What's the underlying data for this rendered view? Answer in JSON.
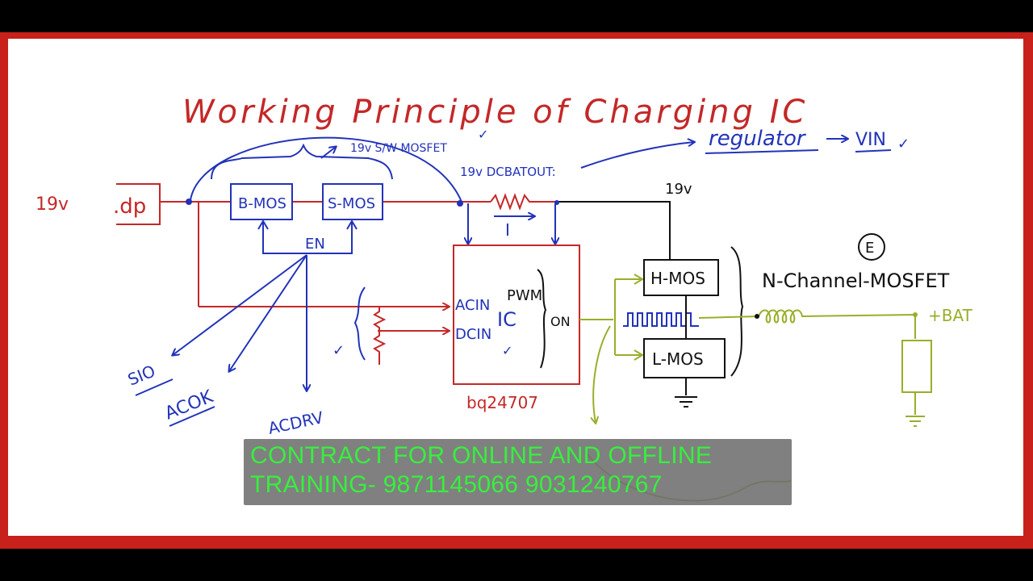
{
  "colors": {
    "outer_bar": "#000000",
    "frame": "#c8201a",
    "board": "#ffffff",
    "ink_red": "#c42828",
    "ink_blue": "#2233b8",
    "ink_black": "#111111",
    "ink_green": "#9aae2a",
    "overlay_text": "#36f03c"
  },
  "title": "Working Principle of Charging IC",
  "labels": {
    "input_voltage": "19v.",
    "adapter": ".dp",
    "bmos": "B-MOS",
    "smos": "S-MOS",
    "sw_mosfet": "19v S/W MOSFET",
    "dcbatout": "19v DCBATOUT:",
    "regulator": "regulator",
    "vin": "VIN",
    "en": "EN",
    "current": "I",
    "v19_right": "19v",
    "acin": "ACIN",
    "dcin": "DCIN",
    "pwm": "PWM",
    "ic": "IC",
    "on": "ON",
    "chip": "bq24707",
    "hmos": "H-MOS",
    "lmos": "L-MOS",
    "nchannel": "N-Channel-MOSFET",
    "e_circle": "E",
    "bat": "+BAT",
    "sio": "SIO",
    "acok": "ACOK",
    "acdrv": "ACDRV"
  },
  "overlay": {
    "line1": "CONTRACT FOR ONLINE AND OFFLINE",
    "line2": "TRAINING- 9871145066  9031240767"
  }
}
